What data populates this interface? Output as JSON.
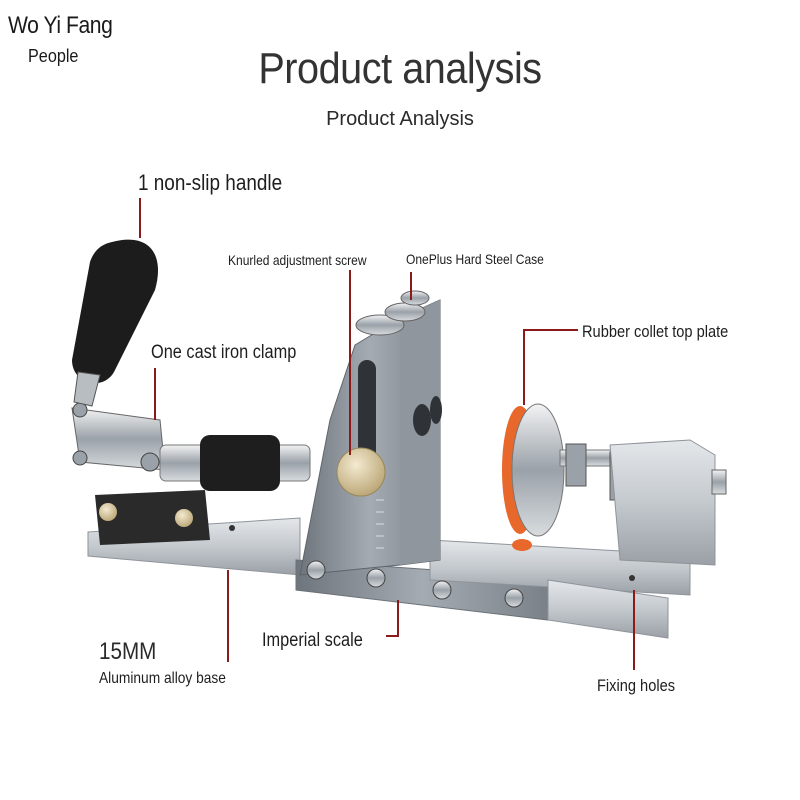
{
  "brand": {
    "name": "Wo Yi Fang",
    "sub": "People"
  },
  "header": {
    "title": "Product analysis",
    "subtitle": "Product Analysis"
  },
  "callouts": {
    "handle": "1 non-slip handle",
    "screw": "Knurled adjustment screw",
    "case": "OnePlus Hard Steel Case",
    "collet": "Rubber collet top plate",
    "clamp": "One cast iron clamp",
    "scale": "Imperial scale",
    "size": "15MM",
    "base": "Aluminum alloy base",
    "holes": "Fixing holes"
  },
  "colors": {
    "leader_line": "#8b1a1a",
    "aluminum": "#c8ccd0",
    "steel": "#8a9096",
    "handle_rubber": "#1c1c1c",
    "collet_orange": "#e8672a",
    "brass": "#d9c9a0"
  }
}
